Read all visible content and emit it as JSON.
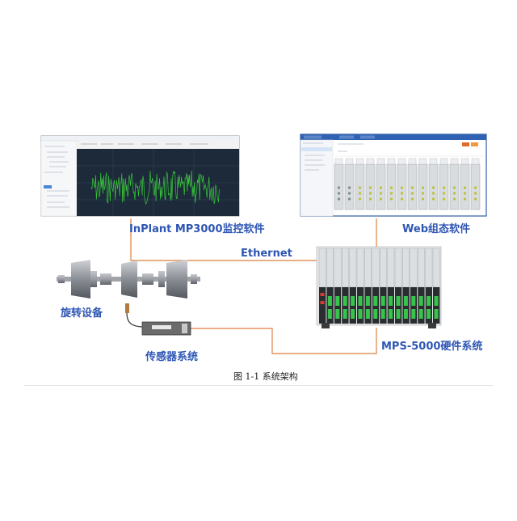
{
  "diagram": {
    "labels": {
      "monitor_software": "InPlant MP3000监控软件",
      "web_software": "Web组态软件",
      "ethernet": "Ethernet",
      "rotating_equipment": "旋转设备",
      "hardware_system": "MPS-5000硬件系统",
      "sensor_system": "传感器系统"
    },
    "caption": "图  1-1  系统架构",
    "colors": {
      "connector": "#e0935e",
      "label": "#2e56b4",
      "waveform": "#39c83b",
      "waveform_bg": "#1d2a3a",
      "module_green": "#36c44a"
    },
    "icons": {
      "monitor_screenshot": "software-window",
      "web_screenshot": "web-config-window",
      "rotor": "rotating-machine",
      "sensor": "probe-sensor",
      "rack": "hardware-rack"
    }
  }
}
